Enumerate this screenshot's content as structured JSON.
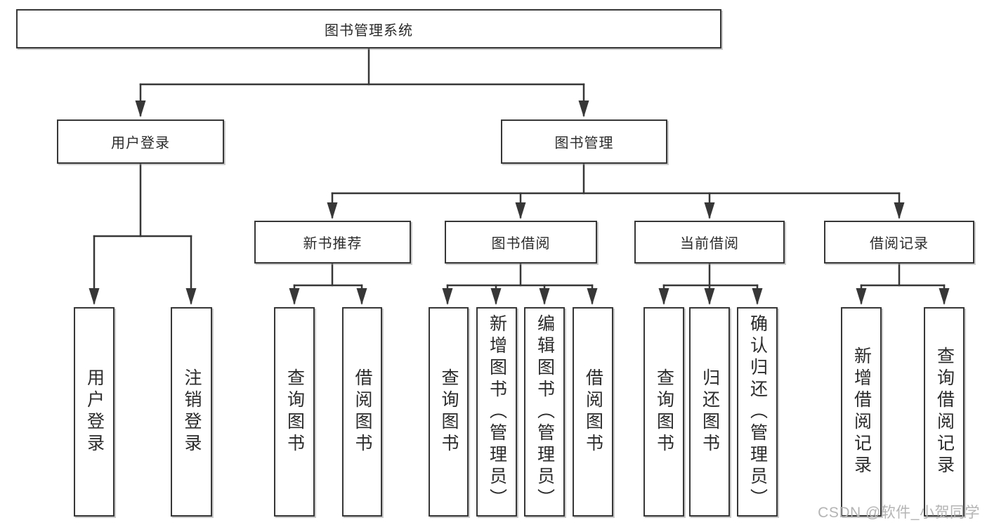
{
  "colors": {
    "background": "#ffffff",
    "line": "#373737",
    "box_border": "#373737",
    "text": "#2b2b2b",
    "watermark": "#b4b4b4"
  },
  "watermark": {
    "text": "CSDN @软件_小贺同学"
  },
  "tree": {
    "label": "图书管理系统",
    "children": [
      {
        "label": "用户登录",
        "children": [
          {
            "label": "用户登录"
          },
          {
            "label": "注销登录"
          }
        ]
      },
      {
        "label": "图书管理",
        "children": [
          {
            "label": "新书推荐",
            "children": [
              {
                "label": "查询图书"
              },
              {
                "label": "借阅图书"
              }
            ]
          },
          {
            "label": "图书借阅",
            "children": [
              {
                "label": "查询图书"
              },
              {
                "label": "新增图书（管理员）"
              },
              {
                "label": "编辑图书（管理员）"
              },
              {
                "label": "借阅图书"
              }
            ]
          },
          {
            "label": "当前借阅",
            "children": [
              {
                "label": "查询图书"
              },
              {
                "label": "归还图书"
              },
              {
                "label": "确认归还（管理员）"
              }
            ]
          },
          {
            "label": "借阅记录",
            "children": [
              {
                "label": "新增借阅记录"
              },
              {
                "label": "查询借阅记录"
              }
            ]
          }
        ]
      }
    ]
  }
}
